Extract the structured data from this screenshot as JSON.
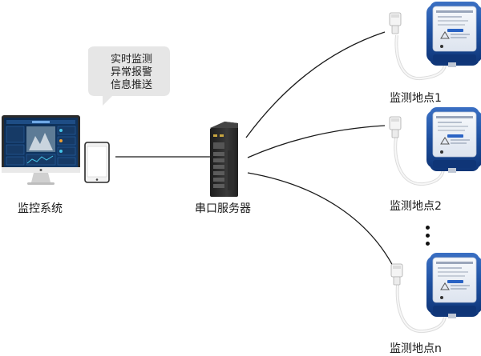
{
  "speech_bubble": {
    "lines": [
      "实时监测",
      "异常报警",
      "信息推送"
    ]
  },
  "monitoring_system": {
    "label": "监控系统"
  },
  "serial_server": {
    "label": "串口服务器"
  },
  "sites": [
    {
      "label": "监测地点1"
    },
    {
      "label": "监测地点2"
    },
    {
      "label": "监测地点n"
    }
  ],
  "colors": {
    "device_blue": "#1d4f9e",
    "device_blue_dark": "#0f3577",
    "device_face": "#e7ecf4",
    "warning_label": "#2a63c4",
    "bubble": "#e6e6e6",
    "line": "#1a1a1a",
    "server_body": "#2b2b2b"
  }
}
